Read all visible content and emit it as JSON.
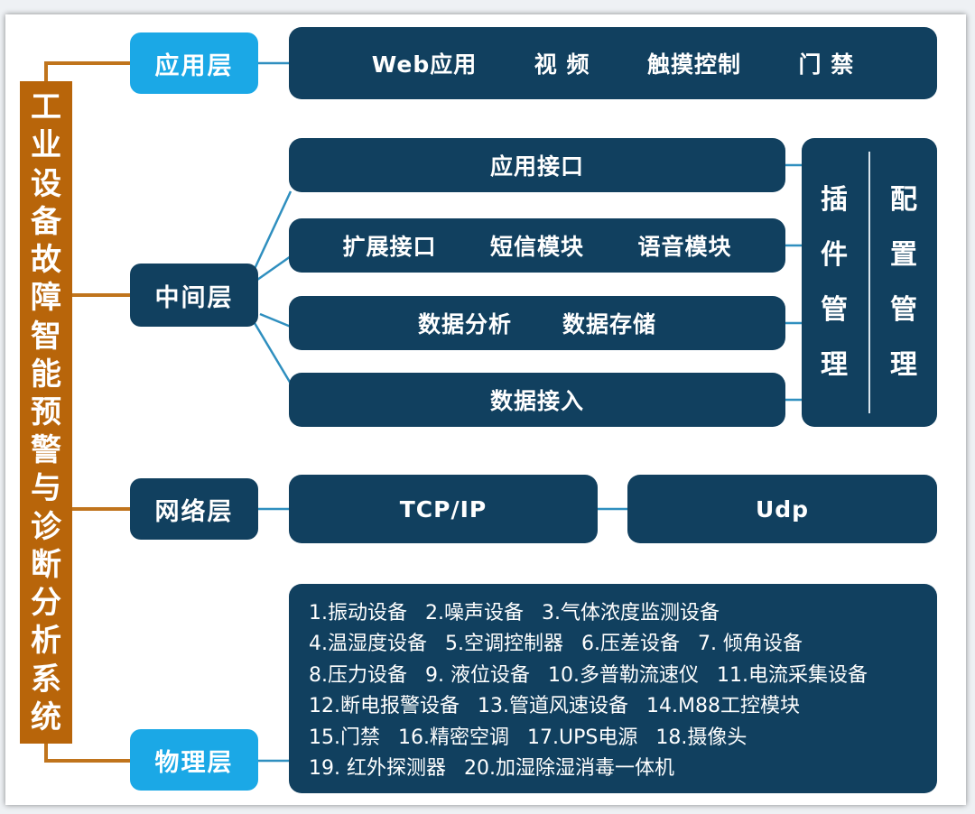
{
  "system_title": "工业设备故障智能预警与诊断分析系统",
  "layers": {
    "application": "应用层",
    "middle": "中间层",
    "network": "网络层",
    "physical": "物理层"
  },
  "application_row": [
    "Web应用",
    "视 频",
    "触摸控制",
    "门 禁"
  ],
  "middle_rows": [
    [
      "应用接口"
    ],
    [
      "扩展接口",
      "短信模块",
      "语音模块"
    ],
    [
      "数据分析",
      "数据存储"
    ],
    [
      "数据接入"
    ]
  ],
  "management": {
    "plugin": "插件管理",
    "config": "配置管理"
  },
  "network_row": [
    "TCP/IP",
    "Udp"
  ],
  "physical_rows": [
    [
      "1.振动设备",
      "2.噪声设备",
      "3.气体浓度监测设备"
    ],
    [
      "4.温湿度设备",
      "5.空调控制器",
      "6.压差设备",
      "7. 倾角设备"
    ],
    [
      "8.压力设备",
      "9. 液位设备",
      "10.多普勒流速仪",
      "11.电流采集设备"
    ],
    [
      "12.断电报警设备",
      "13.管道风速设备",
      "14.M88工控模块"
    ],
    [
      "15.门禁",
      "16.精密空调",
      "17.UPS电源",
      "18.摄像头"
    ],
    [
      "19. 红外探测器",
      "20.加湿除湿消毒一体机"
    ]
  ],
  "colors": {
    "box": "#11405f",
    "label_light": "#1ba8e6",
    "title_bar": "#b8650a",
    "connector_orange": "#c0741c",
    "connector_blue": "#2f8fbf"
  }
}
